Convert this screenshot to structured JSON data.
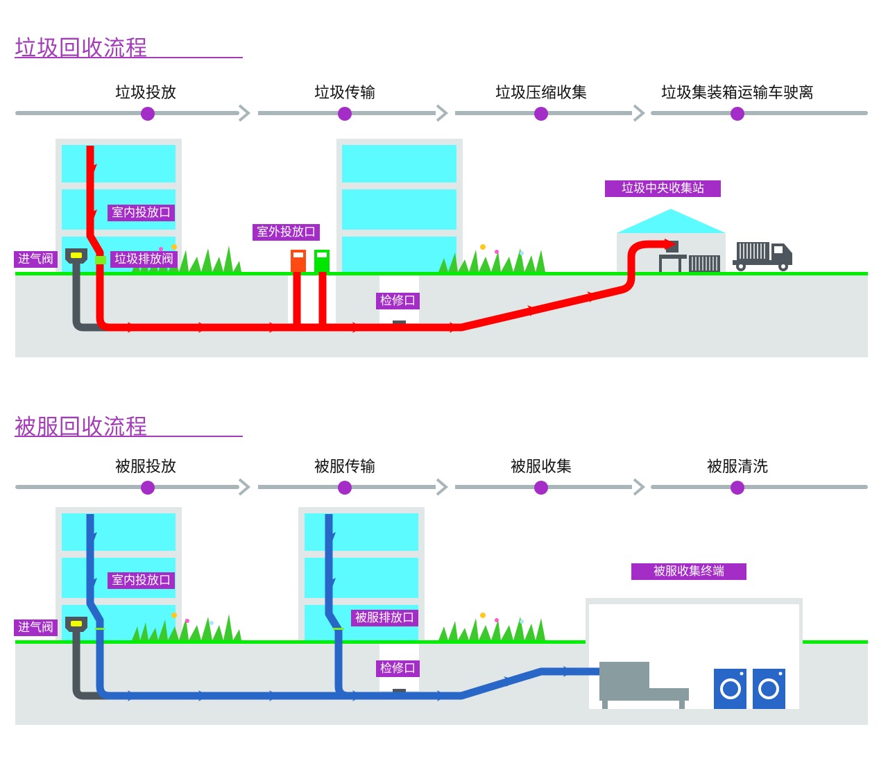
{
  "colors": {
    "accent_purple": "#a42cc7",
    "title_purple": "#a43bb8",
    "timeline_gray": "#a9b6b9",
    "garbage_pipe": "#ff0000",
    "bedding_pipe": "#2866c8",
    "ground_green": "#00ee00",
    "underground": "#e1e7e7",
    "window_cyan": "#5cfbff",
    "building_frame": "#e1e7e7",
    "valve_dark": "#4d565d",
    "outdoor_bin_orange": "#ff4b12",
    "outdoor_bin_green": "#00e600",
    "drain_valve_green": "#7cf01f",
    "machine_gray": "#899c9f"
  },
  "garbage": {
    "title": "垃圾回收流程",
    "steps": [
      "垃圾投放",
      "垃圾传输",
      "垃圾压缩收集",
      "垃圾集装箱运输车驶离"
    ],
    "labels": {
      "indoor_inlet": "室内投放口",
      "air_valve": "进气阀",
      "discharge_valve": "垃圾排放阀",
      "outdoor_inlet": "室外投放口",
      "inspection_port": "检修口",
      "central_station": "垃圾中央收集站"
    }
  },
  "bedding": {
    "title": "被服回收流程",
    "steps": [
      "被服投放",
      "被服传输",
      "被服收集",
      "被服清洗"
    ],
    "labels": {
      "indoor_inlet": "室内投放口",
      "air_valve": "进气阀",
      "discharge_port": "被服排放口",
      "inspection_port": "检修口",
      "terminal": "被服收集终端"
    }
  }
}
